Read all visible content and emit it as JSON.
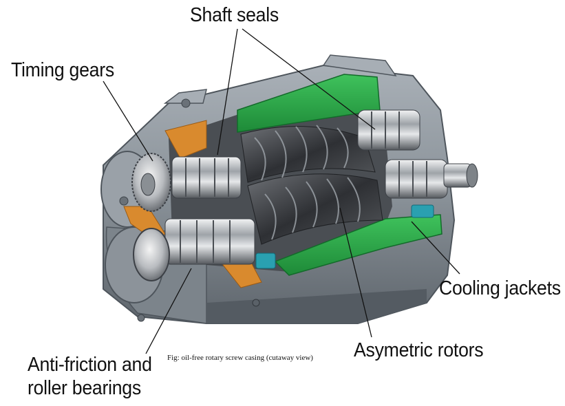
{
  "labels": {
    "shaft_seals": "Shaft seals",
    "timing_gears": "Timing gears",
    "cooling_jackets": "Cooling jackets",
    "asymetric_rotors": "Asymetric rotors",
    "bearings_line1": "Anti-friction and",
    "bearings_line2": "roller bearings"
  },
  "caption": "Fig: oil-free rotary screw casing (cutaway view)",
  "colors": {
    "casing": "#8f979f",
    "casing_dark": "#5c646c",
    "coolant": "#2faa4a",
    "water_channel": "#2aa0b0",
    "oil_gallery": "#d98a2e",
    "rotor": "#3c3e42",
    "steel": "#c9ccd0"
  }
}
